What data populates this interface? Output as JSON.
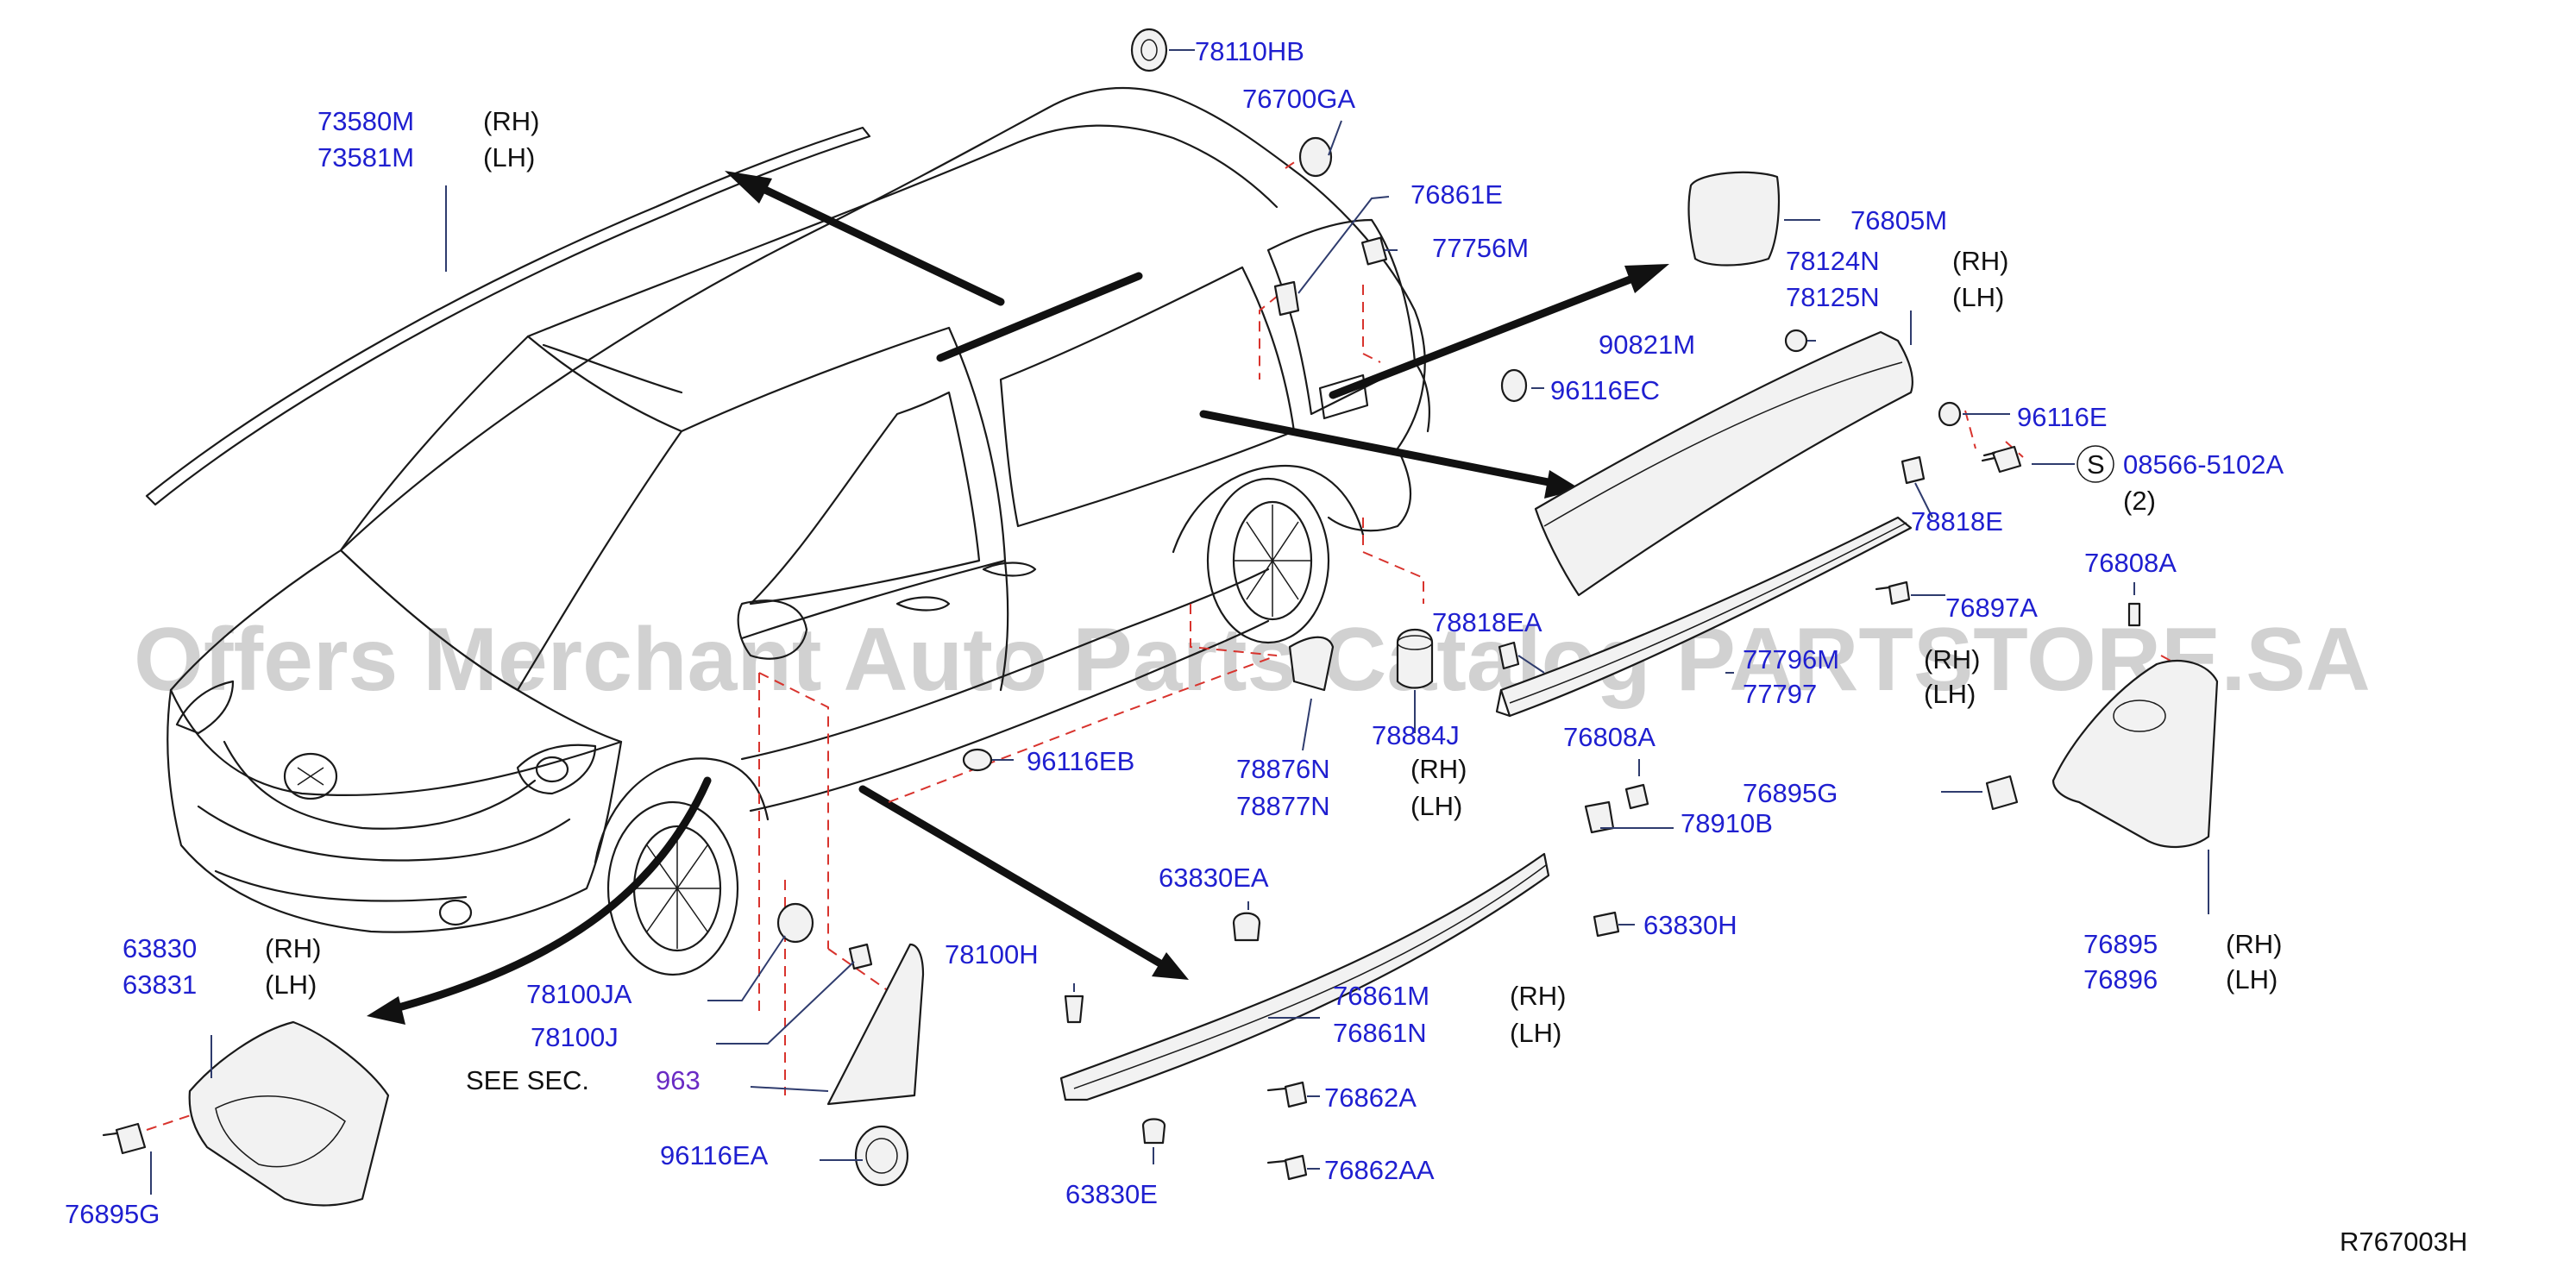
{
  "diagram": {
    "code": "R767003H",
    "watermark": "Offers Merchant Auto Parts Catalog PARTSTORE.SA",
    "see_section": {
      "prefix": "SEE   SEC.",
      "number": "963"
    },
    "parts": {
      "p73580M": "73580M",
      "p73581M": "73581M",
      "p78110HB": "78110HB",
      "p76700GA": "76700GA",
      "p76861E": "76861E",
      "p77756M": "77756M",
      "p76805M": "76805M",
      "p78124N": "78124N",
      "p78125N": "78125N",
      "p90821M": "90821M",
      "p96116EC": "96116EC",
      "p96116E": "96116E",
      "p08566": "08566-5102A",
      "qty08566": "(2)",
      "s_symbol": "S",
      "p78818E": "78818E",
      "p76897A": "76897A",
      "p76808A_top": "76808A",
      "p78818EA": "78818EA",
      "p77796M": "77796M",
      "p77797": "77797",
      "p78884J": "78884J",
      "p78876N": "78876N",
      "p78877N": "78877N",
      "p96116EB": "96116EB",
      "p76808A": "76808A",
      "p76895G_right": "76895G",
      "p78910B": "78910B",
      "p63830EA": "63830EA",
      "p63830H": "63830H",
      "p76895": "76895",
      "p76896": "76896",
      "p78100H": "78100H",
      "p76861M": "76861M",
      "p76861N": "76861N",
      "p76862A": "76862A",
      "p76862AA": "76862AA",
      "p63830E": "63830E",
      "p78100JA": "78100JA",
      "p78100J": "78100J",
      "p96116EA": "96116EA",
      "p63830": "63830",
      "p63831": "63831",
      "p76895G_left": "76895G"
    },
    "sides": {
      "rh": "(RH)",
      "lh": "(LH)"
    }
  }
}
